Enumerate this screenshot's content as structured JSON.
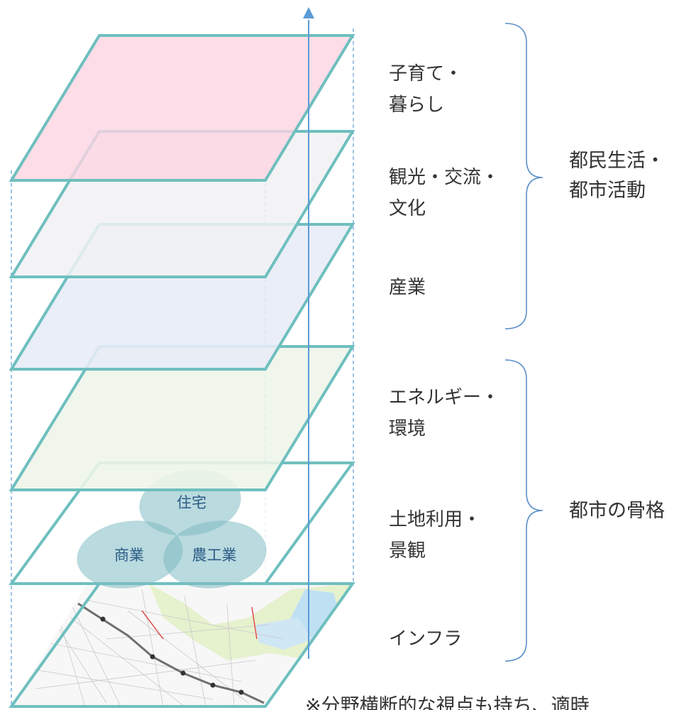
{
  "layers": [
    {
      "id": "childcare",
      "label_line1": "子育て・",
      "label_line2": "暮らし",
      "fill": "#fcd5e2"
    },
    {
      "id": "tourism",
      "label_line1": "観光・交流・",
      "label_line2": "文化",
      "fill": "#f1f1f3"
    },
    {
      "id": "industry",
      "label_line1": "産業",
      "label_line2": "",
      "fill": "#e7ecf7"
    },
    {
      "id": "energy",
      "label_line1": "エネルギー・",
      "label_line2": "環境",
      "fill": "#eef5e8"
    },
    {
      "id": "landuse",
      "label_line1": "土地利用・",
      "label_line2": "景観",
      "fill": "#ffffff"
    },
    {
      "id": "infra",
      "label_line1": "インフラ",
      "label_line2": "",
      "fill": "#ffffff"
    }
  ],
  "groups": {
    "upper": {
      "line1": "都民生活・",
      "line2": "都市活動"
    },
    "lower": {
      "line1": "都市の骨格"
    }
  },
  "zones": {
    "housing": "住宅",
    "commerce": "商業",
    "agri_industry": "農工業"
  },
  "footnote": "※分野横断的な視点も持ち、適時",
  "colors": {
    "outline": "#6fbfbf",
    "axis": "#5b9bd5",
    "brace": "#5b8fc8",
    "zone_fill": "#7fbcc2"
  }
}
